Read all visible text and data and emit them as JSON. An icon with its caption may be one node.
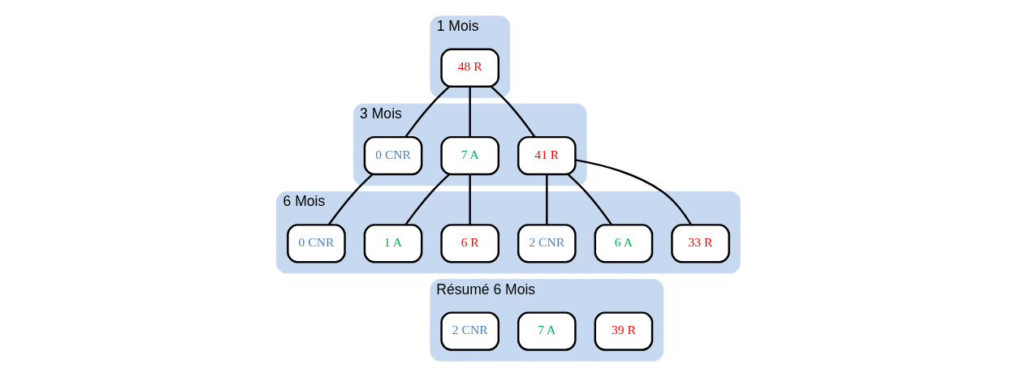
{
  "diagram": {
    "nodes": [
      {
        "text": [
          "1 Mois"
        ]
      },
      {
        "text": [
          "48 R"
        ],
        "in": 0
      },
      {
        "text": [
          "3 Mois"
        ]
      },
      {
        "text": [
          "41 R"
        ],
        "in": 2
      },
      {
        "text": [
          "7 A"
        ],
        "in": 2
      },
      {
        "text": [
          "0 CNR"
        ],
        "in": 2
      },
      {
        "text": [
          "6 Mois"
        ]
      },
      {
        "text": [
          "33 R"
        ],
        "in": 6
      },
      {
        "text": [
          "6 A"
        ],
        "in": 6
      },
      {
        "text": [
          "2 CNR"
        ],
        "in": 6
      },
      {
        "text": [
          "6 R"
        ],
        "in": 6
      },
      {
        "text": [
          "1 A"
        ],
        "in": 6
      },
      {
        "text": [
          "0 CNR"
        ],
        "in": 6
      },
      {
        "text": [
          "Résumé 6 Mois"
        ]
      },
      {
        "text": [
          "39 R"
        ],
        "in": 13
      },
      {
        "text": [
          "7 A"
        ],
        "in": 13
      },
      {
        "text": [
          "2 CNR"
        ],
        "in": 13
      }
    ],
    "edges": [
      {
        "from": 1,
        "to": 3,
        "arrow": "none"
      },
      {
        "from": 1,
        "to": 4,
        "arrow": "none"
      },
      {
        "from": 1,
        "to": 5,
        "arrow": "none"
      },
      {
        "from": 3,
        "to": 7,
        "arrow": "none"
      },
      {
        "from": 3,
        "to": 8,
        "arrow": "none"
      },
      {
        "from": 3,
        "to": 9,
        "arrow": "none"
      },
      {
        "from": 4,
        "to": 10,
        "arrow": "none"
      },
      {
        "from": 4,
        "to": 11,
        "arrow": "none"
      },
      {
        "from": 5,
        "to": 12,
        "arrow": "none"
      }
    ]
  }
}
